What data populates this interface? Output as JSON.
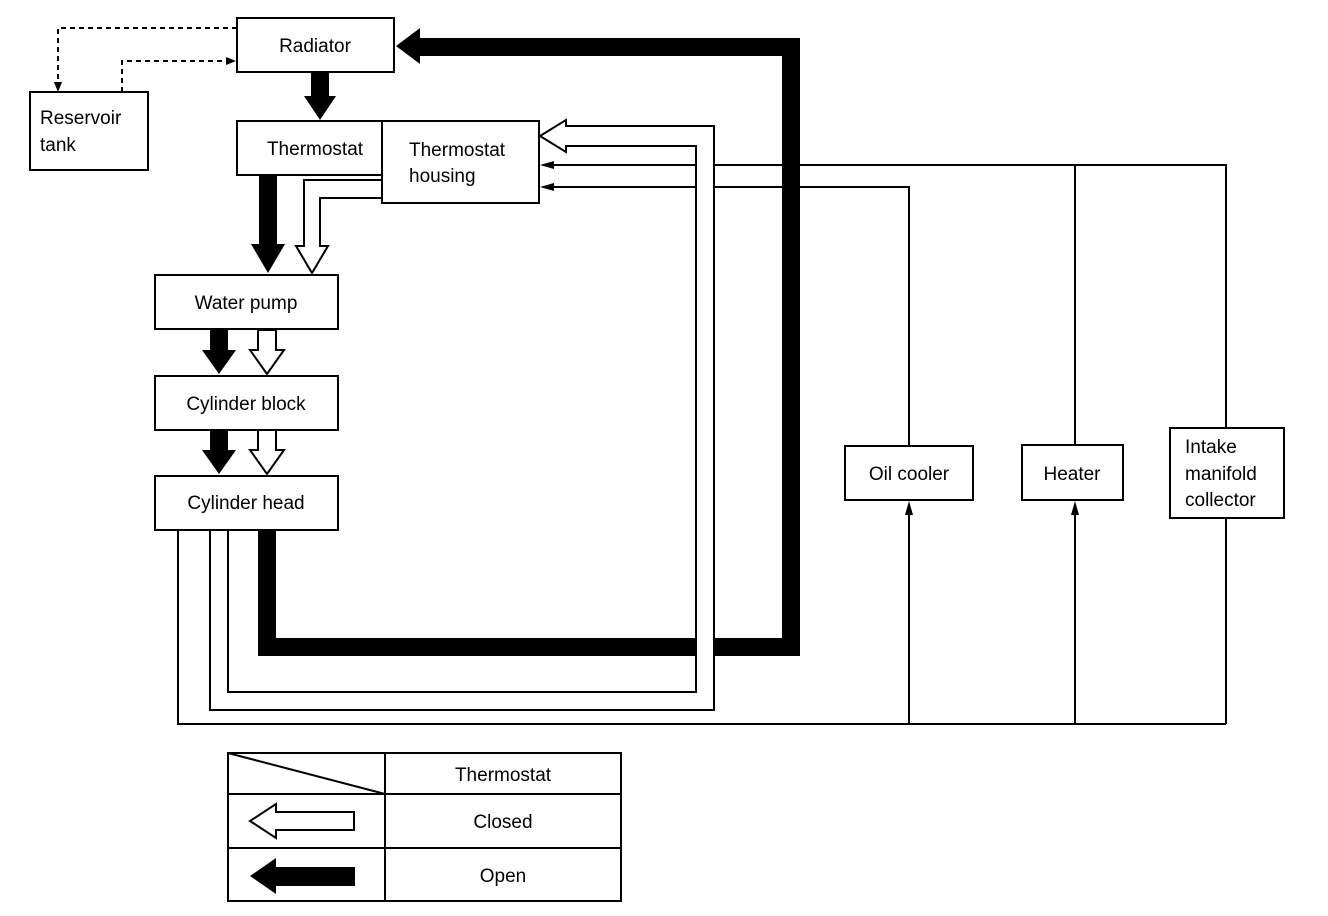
{
  "boxes": {
    "radiator": "Radiator",
    "reservoir_line1": "Reservoir",
    "reservoir_line2": "tank",
    "thermostat": "Thermostat",
    "housing_line1": "Thermostat",
    "housing_line2": "housing",
    "water_pump": "Water pump",
    "cylinder_block": "Cylinder block",
    "cylinder_head": "Cylinder head",
    "oil_cooler": "Oil cooler",
    "heater": "Heater",
    "intake_line1": "Intake",
    "intake_line2": "manifold",
    "intake_line3": "collector"
  },
  "legend": {
    "header": "Thermostat",
    "closed": "Closed",
    "open": "Open"
  }
}
